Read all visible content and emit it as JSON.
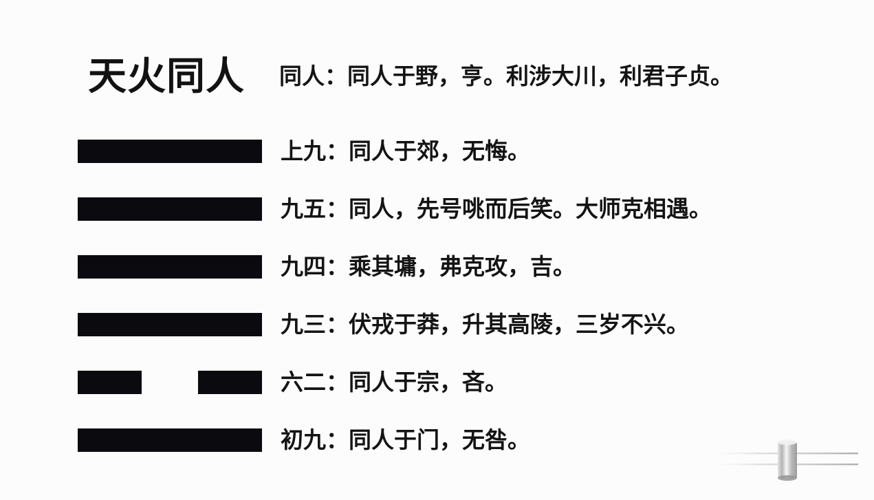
{
  "document": {
    "background_color": "#fcfcfc",
    "ink_color": "#0a0a0f",
    "title": "天火同人",
    "judgment_label": "同人：",
    "judgment": "同人：同人于野，亨。利涉大川，利君子贞。"
  },
  "hexagram": {
    "name": "天火同人",
    "lines_top_to_bottom": [
      {
        "position": "上九",
        "type": "yang",
        "text": "上九：同人于郊，无悔。"
      },
      {
        "position": "九五",
        "type": "yang",
        "text": "九五：同人，先号咷而后笑。大师克相遇。"
      },
      {
        "position": "九四",
        "type": "yang",
        "text": "九四：乘其墉，弗克攻，吉。"
      },
      {
        "position": "九三",
        "type": "yang",
        "text": "九三：伏戎于莽，升其高陵，三岁不兴。"
      },
      {
        "position": "六二",
        "type": "yin",
        "text": "六二：同人于宗，吝。"
      },
      {
        "position": "初九",
        "type": "yang",
        "text": "初九：同人于门，无咎。"
      }
    ]
  },
  "watermark": {
    "name": "faint-grey-logo-watermark",
    "color": "#8a8a8a"
  }
}
